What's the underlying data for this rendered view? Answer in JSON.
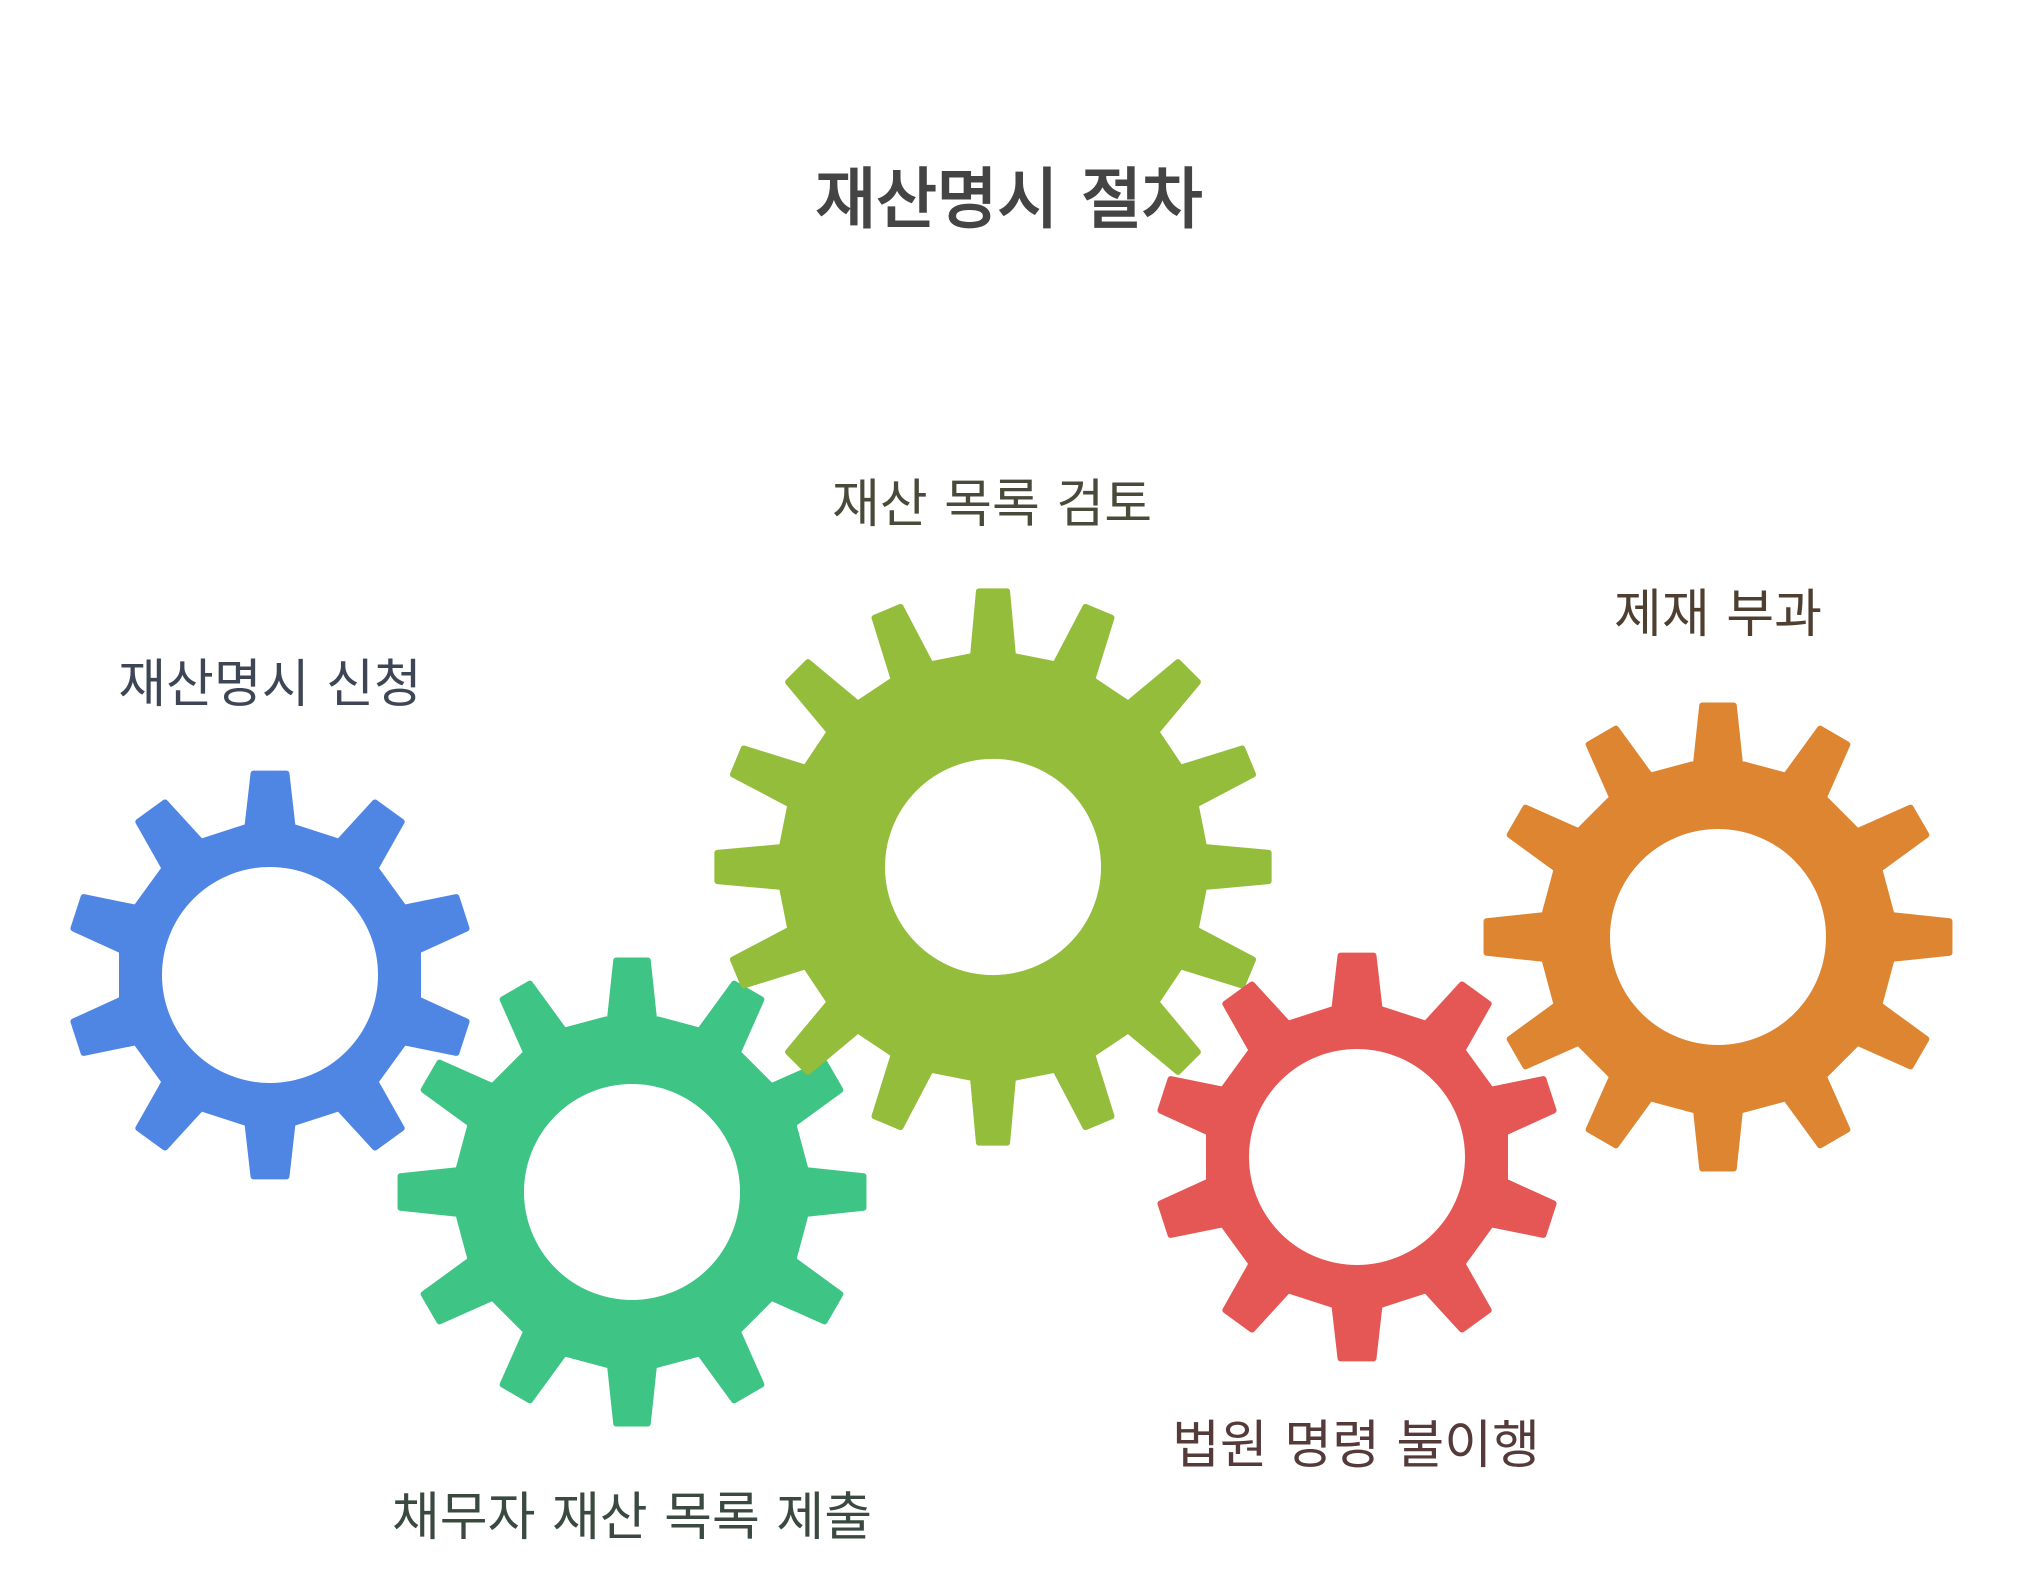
{
  "title": "재산명시 절차",
  "colors": {
    "title": "#444444"
  },
  "steps": [
    {
      "label": "재산명시 신청",
      "color": "#4f86e4",
      "label_color": "#3e4656",
      "icon": "gear-icon"
    },
    {
      "label": "채무자 재산 목록 제출",
      "color": "#3ec484",
      "label_color": "#3a4a40",
      "icon": "gear-icon"
    },
    {
      "label": "재산 목록 검토",
      "color": "#93bd3b",
      "label_color": "#4a4a3a",
      "icon": "gear-icon"
    },
    {
      "label": "법원 명령 불이행",
      "color": "#e55754",
      "label_color": "#553a3a",
      "icon": "gear-icon"
    },
    {
      "label": "제재 부과",
      "color": "#de8532",
      "label_color": "#4f3f30",
      "icon": "gear-icon"
    }
  ]
}
